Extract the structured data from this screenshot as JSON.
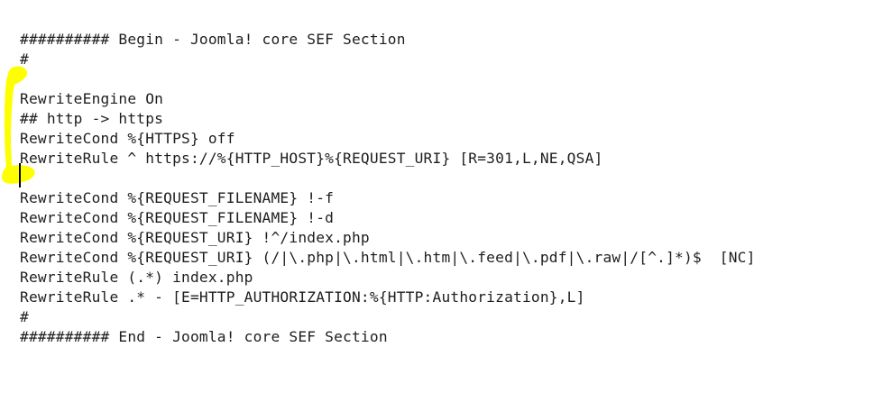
{
  "document": {
    "type": "htaccess-config-text",
    "lines": [
      {
        "text": "########## Begin - Joomla! core SEF Section"
      },
      {
        "text": "#"
      },
      {
        "text": ""
      },
      {
        "text": "RewriteEngine On"
      },
      {
        "text": "## http -> https"
      },
      {
        "text": "RewriteCond %{HTTPS} off"
      },
      {
        "text": "RewriteRule ^ https://%{HTTP_HOST}%{REQUEST_URI} [R=301,L,NE,QSA]"
      },
      {
        "text": ""
      },
      {
        "text": "RewriteCond %{REQUEST_FILENAME} !-f"
      },
      {
        "text": "RewriteCond %{REQUEST_FILENAME} !-d"
      },
      {
        "text": "RewriteCond %{REQUEST_URI} !^/index.php"
      },
      {
        "text": "RewriteCond %{REQUEST_URI} (/|\\.php|\\.html|\\.htm|\\.feed|\\.pdf|\\.raw|/[^.]*)$  [NC]"
      },
      {
        "text": "RewriteRule (.*) index.php"
      },
      {
        "text": "RewriteRule .* - [E=HTTP_AUTHORIZATION:%{HTTP:Authorization},L]"
      },
      {
        "text": "#"
      },
      {
        "text": "########## End - Joomla! core SEF Section"
      }
    ],
    "annotations": {
      "highlighter": {
        "shape": "hand-drawn-bracket",
        "marks_lines_from": "RewriteEngine On",
        "marks_lines_to": "RewriteRule ^ https://%{HTTP_HOST}%{REQUEST_URI} [R=301,L,NE,QSA]"
      },
      "caret_line_index": 7
    },
    "colors": {
      "text": "#1e1e1e",
      "background": "#ffffff",
      "highlight": "#fdff00",
      "caret": "#000000"
    }
  }
}
